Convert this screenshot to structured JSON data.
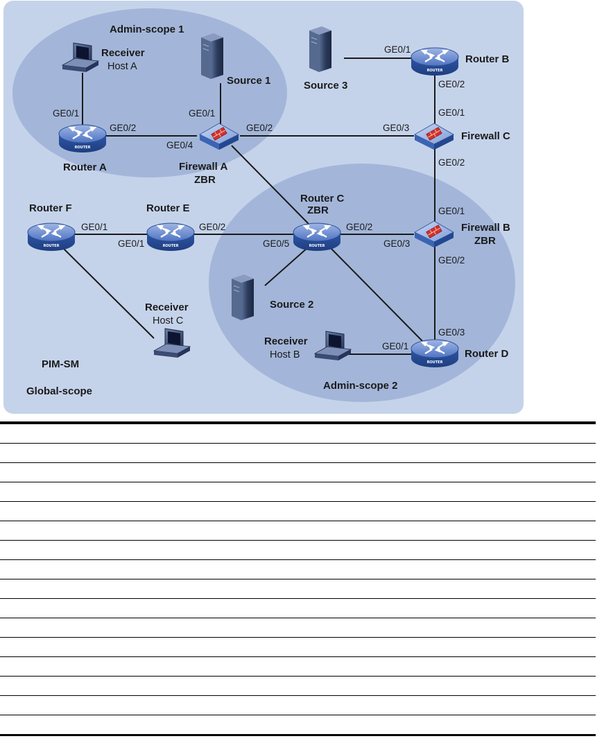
{
  "diagram": {
    "scope_title_1": "Admin-scope 1",
    "scope_title_2": "Admin-scope 2",
    "protocol": "PIM-SM",
    "global_scope": "Global-scope",
    "colors": {
      "background": "#c5d3ea",
      "scope_ellipse": "#a3b6d9",
      "device_blue": "#3c64b4",
      "firewall_red": "#d2322d",
      "link": "#1a1a1a"
    },
    "devices": {
      "router_a": {
        "name": "Router A",
        "icon": "router-icon"
      },
      "router_b": {
        "name": "Router B",
        "icon": "router-icon"
      },
      "router_c": {
        "name": "Router C",
        "role": "ZBR",
        "icon": "router-icon"
      },
      "router_d": {
        "name": "Router D",
        "icon": "router-icon"
      },
      "router_e": {
        "name": "Router E",
        "icon": "router-icon"
      },
      "router_f": {
        "name": "Router F",
        "icon": "router-icon"
      },
      "firewall_a": {
        "name": "Firewall A",
        "role": "ZBR",
        "icon": "firewall-icon"
      },
      "firewall_b": {
        "name": "Firewall B",
        "role": "ZBR",
        "icon": "firewall-icon"
      },
      "firewall_c": {
        "name": "Firewall C",
        "icon": "firewall-icon"
      },
      "source_1": {
        "name": "Source 1",
        "icon": "server-icon"
      },
      "source_2": {
        "name": "Source 2",
        "icon": "server-icon"
      },
      "source_3": {
        "name": "Source 3",
        "icon": "server-icon"
      },
      "host_a": {
        "name": "Receiver",
        "sub": "Host A",
        "icon": "pc-icon"
      },
      "host_b": {
        "name": "Receiver",
        "sub": "Host B",
        "icon": "pc-icon"
      },
      "host_c": {
        "name": "Receiver",
        "sub": "Host C",
        "icon": "pc-icon"
      }
    },
    "router_badge": "ROUTER",
    "ports": {
      "router_a_ge01": "GE0/1",
      "router_a_ge02": "GE0/2",
      "firewall_a_ge01": "GE0/1",
      "firewall_a_ge04": "GE0/4",
      "firewall_a_ge02": "GE0/2",
      "firewall_c_ge03": "GE0/3",
      "router_b_ge01": "GE0/1",
      "router_b_ge02": "GE0/2",
      "firewall_c_ge01": "GE0/1",
      "firewall_c_ge02": "GE0/2",
      "firewall_b_ge01": "GE0/1",
      "firewall_b_ge03": "GE0/3",
      "firewall_b_ge02": "GE0/2",
      "router_c_ge02": "GE0/2",
      "router_c_ge05": "GE0/5",
      "router_e_ge01": "GE0/1",
      "router_e_ge02": "GE0/2",
      "router_f_ge01": "GE0/1",
      "router_d_ge03": "GE0/3",
      "router_d_ge01": "GE0/1"
    }
  },
  "table": {
    "row_count": 16
  }
}
